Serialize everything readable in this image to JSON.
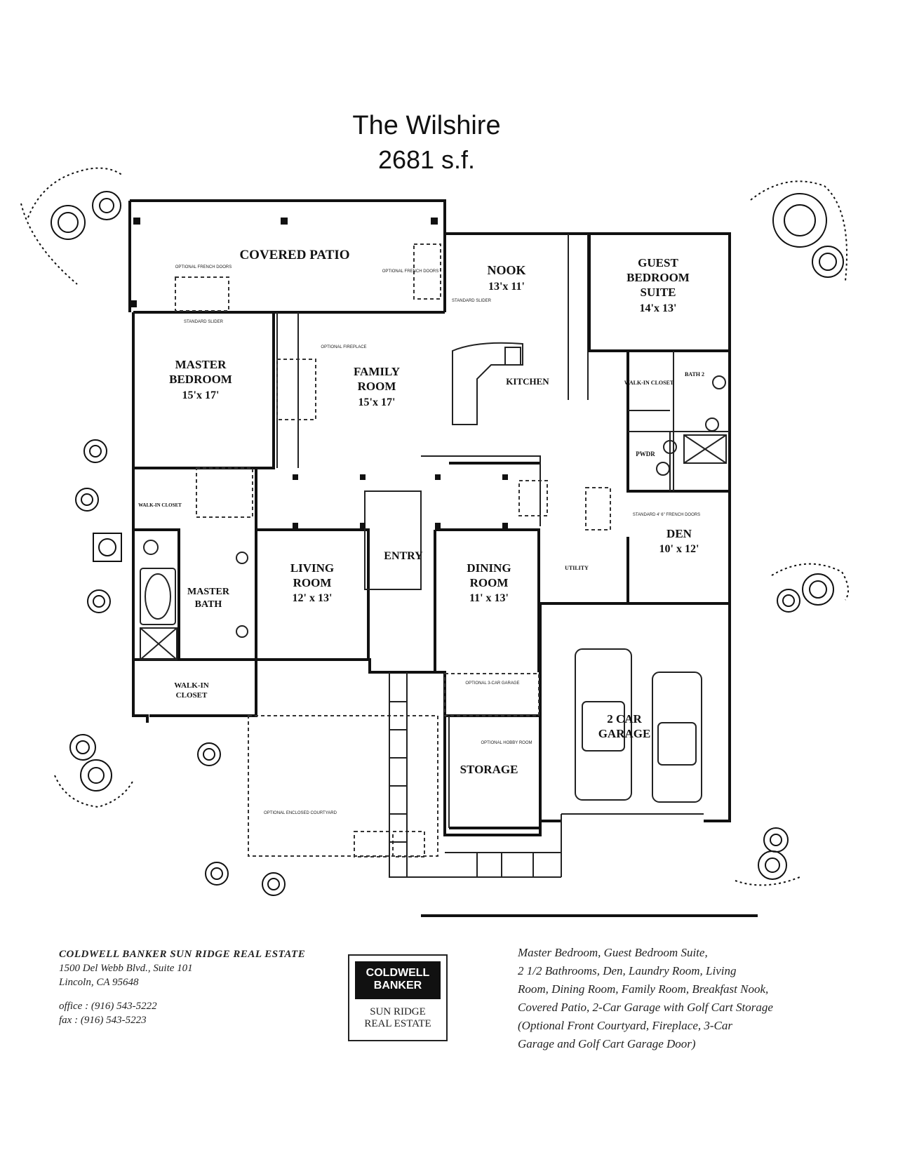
{
  "title": "The Wilshire",
  "square_footage": "2681 s.f.",
  "rooms": {
    "covered_patio": "COVERED PATIO",
    "nook": {
      "name": "NOOK",
      "size": "13'x 11'"
    },
    "guest": {
      "line1": "GUEST",
      "line2": "BEDROOM",
      "line3": "SUITE",
      "size": "14'x 13'"
    },
    "master_bedroom": {
      "line1": "MASTER",
      "line2": "BEDROOM",
      "size": "15'x 17'"
    },
    "family_room": {
      "line1": "FAMILY",
      "line2": "ROOM",
      "size": "15'x 17'"
    },
    "kitchen": "KITCHEN",
    "walk_in_closet_guest": "WALK-IN CLOSET",
    "bath_2": "BATH 2",
    "pwdr": "PWDR",
    "walk_in_closet_master": "WALK-IN CLOSET",
    "den": {
      "name": "DEN",
      "size": "10' x 12'"
    },
    "utility": "UTILITY",
    "living_room": {
      "line1": "LIVING",
      "line2": "ROOM",
      "size": "12' x 13'"
    },
    "entry": "ENTRY",
    "dining_room": {
      "line1": "DINING",
      "line2": "ROOM",
      "size": "11' x 13'"
    },
    "master_bath": {
      "line1": "MASTER",
      "line2": "BATH"
    },
    "walk_in_closet_bottom": {
      "line1": "WALK-IN",
      "line2": "CLOSET"
    },
    "garage": {
      "line1": "2 CAR",
      "line2": "GARAGE"
    },
    "storage": "STORAGE"
  },
  "notes": {
    "optional_french_doors_left": "OPTIONAL FRENCH DOORS",
    "optional_french_doors_right": "OPTIONAL FRENCH DOORS",
    "standard_slider_nook": "STANDARD SLIDER",
    "standard_slider_master": "STANDARD SLIDER",
    "optional_fireplace": "OPTIONAL FIREPLACE",
    "standard_french_doors_den": "STANDARD 4' 6\" FRENCH DOORS",
    "optional_3car_garage": "OPTIONAL 3-CAR GARAGE",
    "optional_hobby_room": "OPTIONAL HOBBY ROOM",
    "optional_enclosed_courtyard": "OPTIONAL ENCLOSED COURTYARD"
  },
  "office": {
    "name": "COLDWELL BANKER SUN RIDGE REAL ESTATE",
    "address1": "1500 Del Webb Blvd., Suite 101",
    "address2": "Lincoln, CA 95648",
    "office_label": "office :",
    "office_phone": "(916) 543-5222",
    "fax_label": "fax :",
    "fax_phone": "(916) 543-5223"
  },
  "logo": {
    "line1": "COLDWELL",
    "line2": "BANKER",
    "line3": "SUN RIDGE",
    "line4": "REAL ESTATE"
  },
  "description": [
    "Master Bedroom, Guest Bedroom Suite,",
    "2 1/2 Bathrooms, Den, Laundry Room, Living",
    "Room, Dining Room, Family Room, Breakfast Nook,",
    "Covered Patio, 2-Car Garage with Golf Cart Storage",
    "(Optional Front Courtyard, Fireplace, 3-Car",
    "Garage and Golf Cart Garage Door)"
  ]
}
